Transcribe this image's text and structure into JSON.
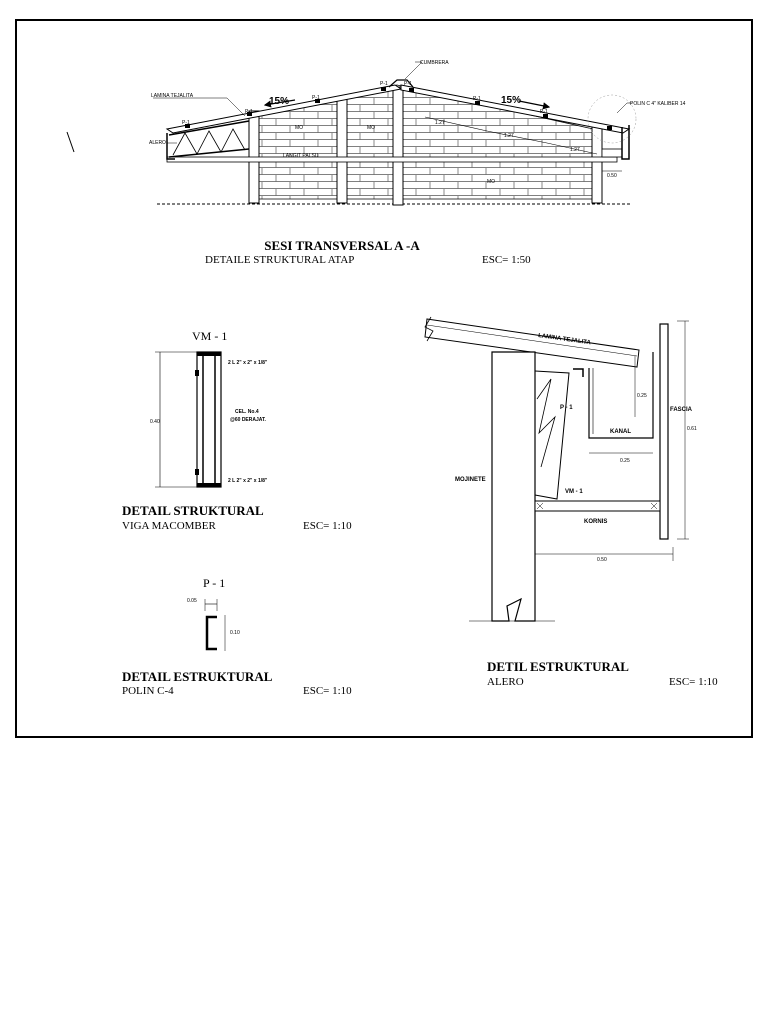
{
  "section_a": {
    "title": "SESI TRANSVERSAL A -A",
    "subtitle": "DETAILE STRUKTURAL ATAP",
    "scale": "ESC= 1:50",
    "labels": {
      "cumbrera": "CUMBRERA",
      "lamina": "LAMINA TEJALITA",
      "alero": "ALERO",
      "polin": "POLIN C 4\" KALIBER 14",
      "slope_left": "15%",
      "slope_right": "15%",
      "p1": "P-1",
      "mo": "MO",
      "langit": "LANGIT PALSU",
      "dim_127": "1.27",
      "dim_050": "0.50"
    }
  },
  "vm1": {
    "title": "VM - 1",
    "top_chord": "2 L 2\" x 2\" x 1/8\"",
    "bottom_chord": "2 L 2\" x 2\" x 1/8\"",
    "cel_line1": "CEL. No.4",
    "cel_line2": "@60 DERAJAT.",
    "height_dim": "0.40",
    "caption_title": "DETAIL STRUKTURAL",
    "caption_sub": "VIGA MACOMBER",
    "scale": "ESC= 1:10"
  },
  "p1": {
    "title": "P - 1",
    "dim_w": "0.05",
    "dim_h": "0.10",
    "caption_title": "DETAIL ESTRUKTURAL",
    "caption_sub": "POLIN C-4",
    "scale": "ESC= 1:10"
  },
  "alero": {
    "lamina": "LAMINA TEJALITA",
    "p1": "P - 1",
    "kanal": "KANAL",
    "fascia": "FASCIA",
    "mojinete": "MOJINETE",
    "vm1": "VM - 1",
    "kornis": "KORNIS",
    "dim_025a": "0.25",
    "dim_025b": "0.25",
    "dim_061": "0.61",
    "dim_050": "0.50",
    "caption_title": "DETIL ESTRUKTURAL",
    "caption_sub": "ALERO",
    "scale": "ESC= 1:10"
  }
}
